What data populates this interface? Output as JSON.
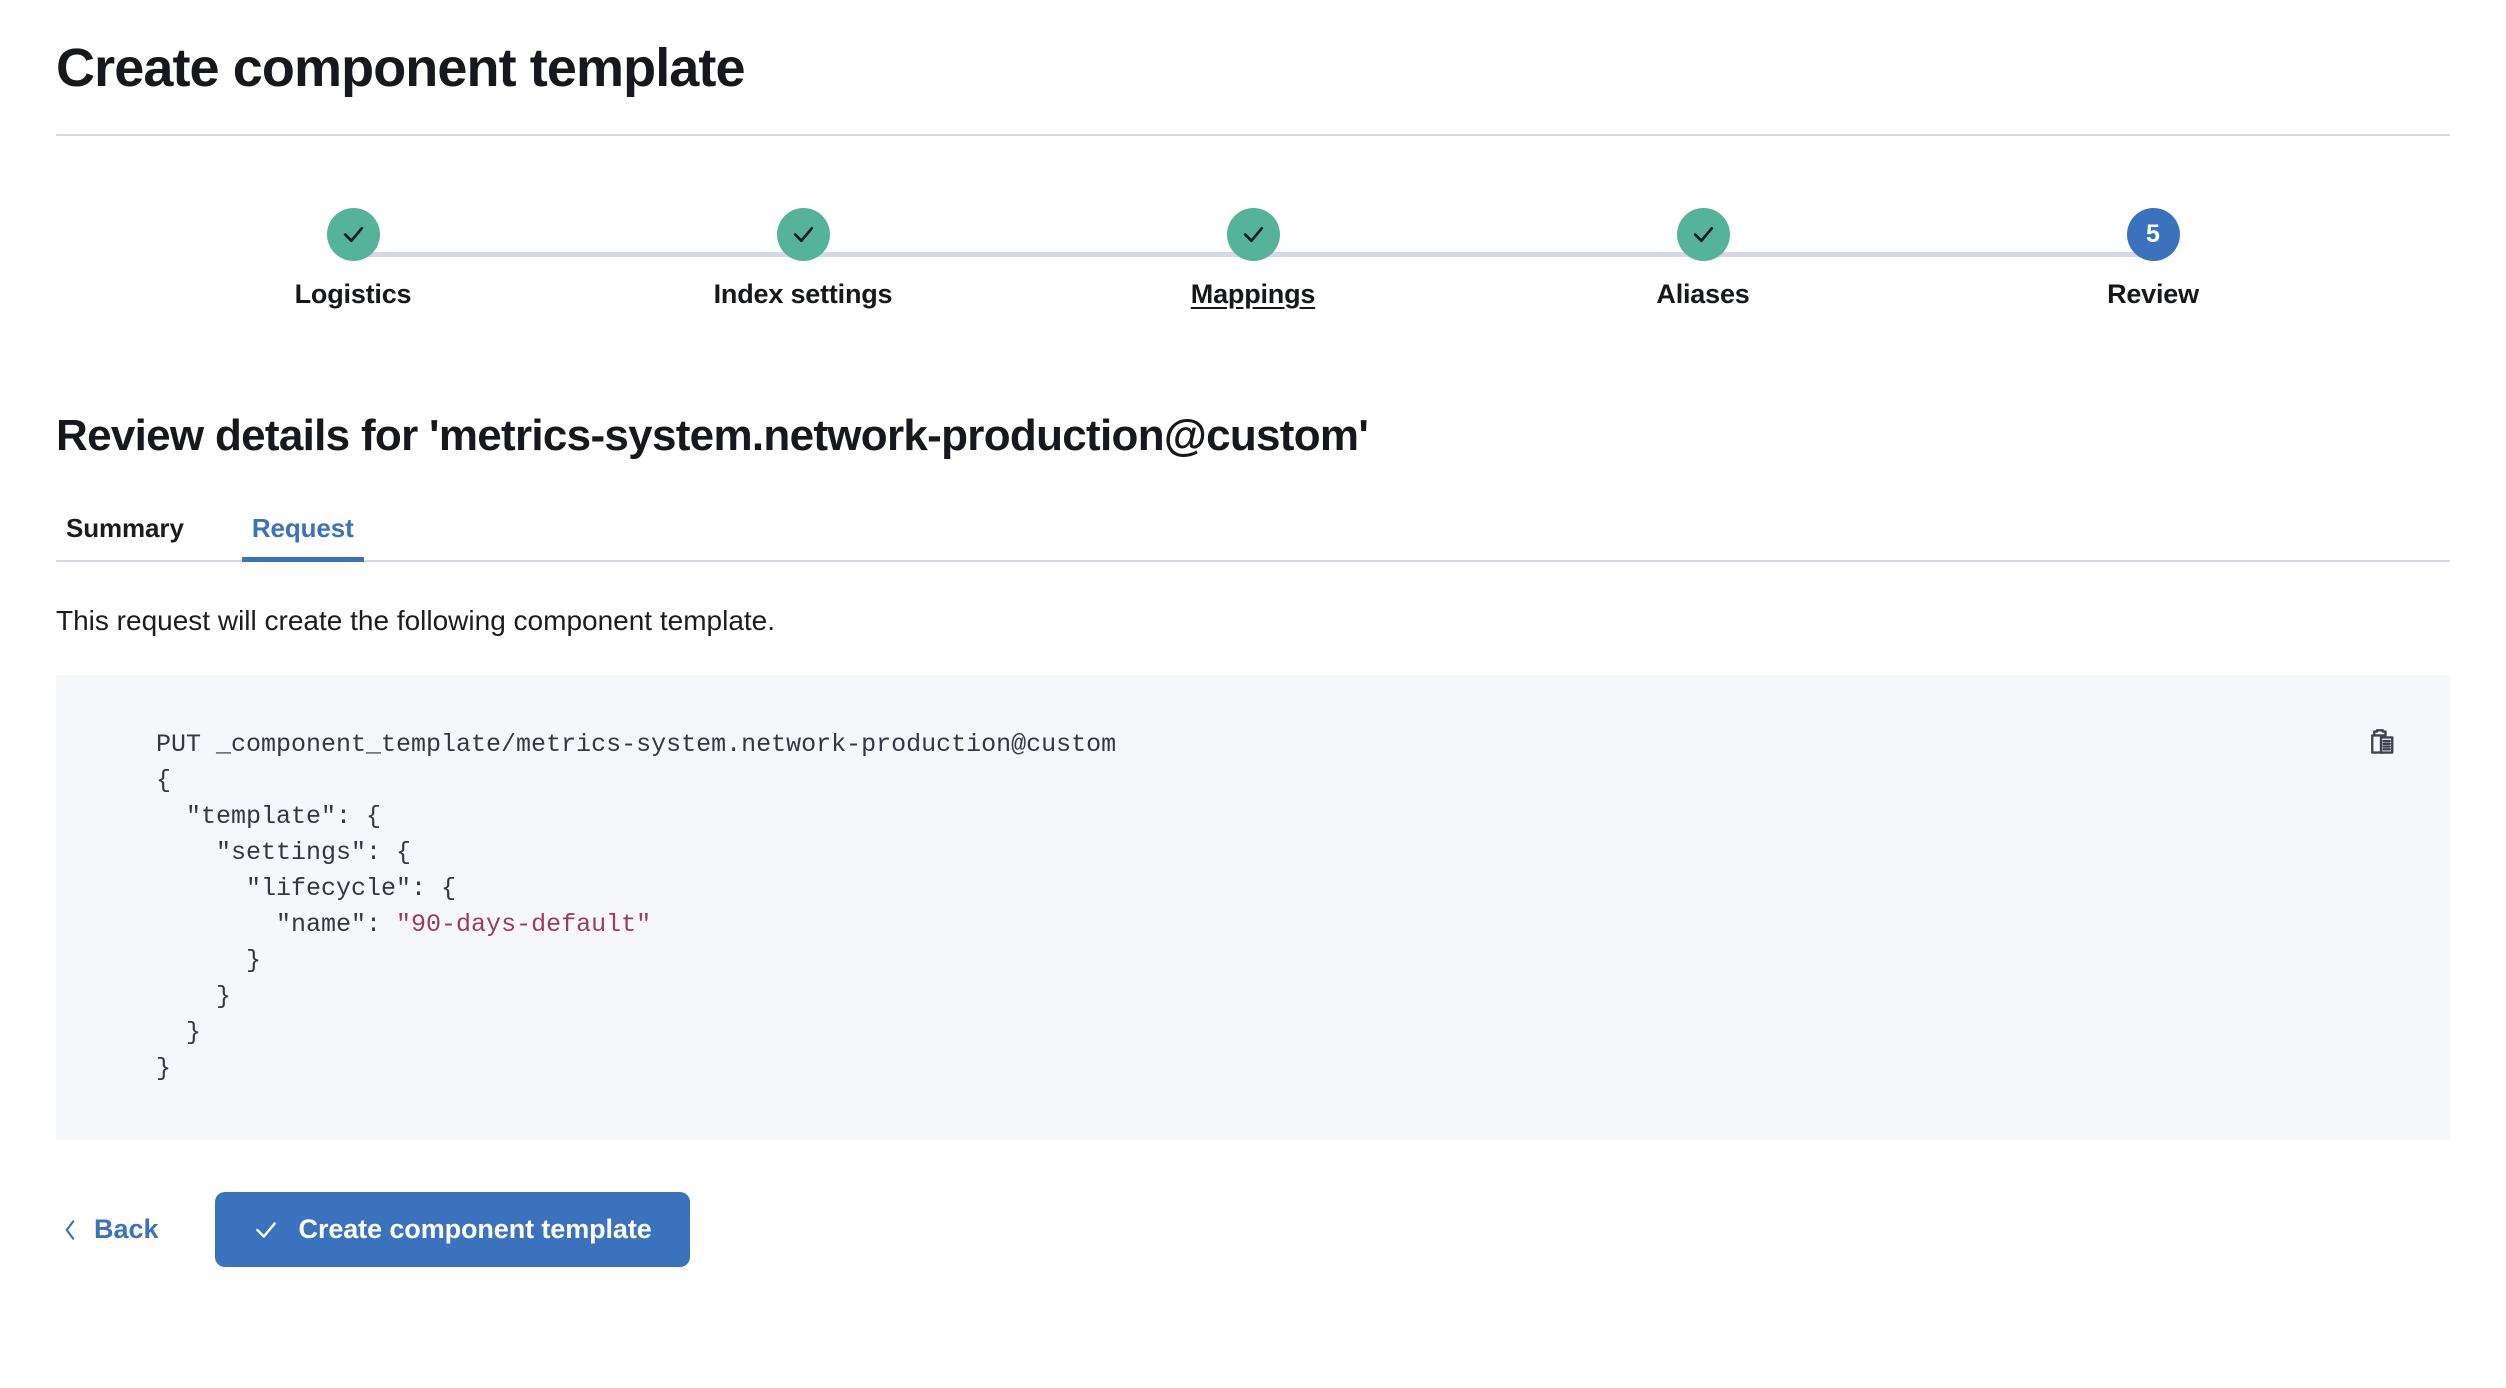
{
  "header": {
    "title": "Create component template"
  },
  "stepper": {
    "steps": [
      {
        "label": "Logistics",
        "state": "complete",
        "icon": "check-icon",
        "number": "1",
        "hovered": false
      },
      {
        "label": "Index settings",
        "state": "complete",
        "icon": "check-icon",
        "number": "2",
        "hovered": false
      },
      {
        "label": "Mappings",
        "state": "complete",
        "icon": "check-icon",
        "number": "3",
        "hovered": true
      },
      {
        "label": "Aliases",
        "state": "complete",
        "icon": "check-icon",
        "number": "4",
        "hovered": false
      },
      {
        "label": "Review",
        "state": "current",
        "icon": "step-number",
        "number": "5",
        "hovered": false
      }
    ],
    "colors": {
      "complete": "#54B399",
      "current": "#3B72BD",
      "line": "#D3DAE6"
    }
  },
  "review": {
    "heading": "Review details for 'metrics-system.network-production@custom'",
    "tabs": [
      {
        "label": "Summary",
        "active": false
      },
      {
        "label": "Request",
        "active": true
      }
    ],
    "description": "This request will create the following component template.",
    "code": {
      "method_and_path": "PUT _component_template/metrics-system.network-production@custom",
      "body_lines": [
        "{",
        "  \"template\": {",
        "    \"settings\": {",
        "      \"lifecycle\": {",
        "        \"name\": ",
        "\"90-days-default\"",
        "      }",
        "    }",
        "  }",
        "}"
      ],
      "full_text": "PUT _component_template/metrics-system.network-production@custom\n{\n  \"template\": {\n    \"settings\": {\n      \"lifecycle\": {\n        \"name\": \"90-days-default\"\n      }\n    }\n  }\n}",
      "string_value": "\"90-days-default\"",
      "string_color": "#9E3A5F",
      "background": "#F5F7FA"
    },
    "copy_button_title": "Copy to clipboard"
  },
  "footer": {
    "back_label": "Back",
    "submit_label": "Create component template",
    "accent": "#3B72BD"
  }
}
